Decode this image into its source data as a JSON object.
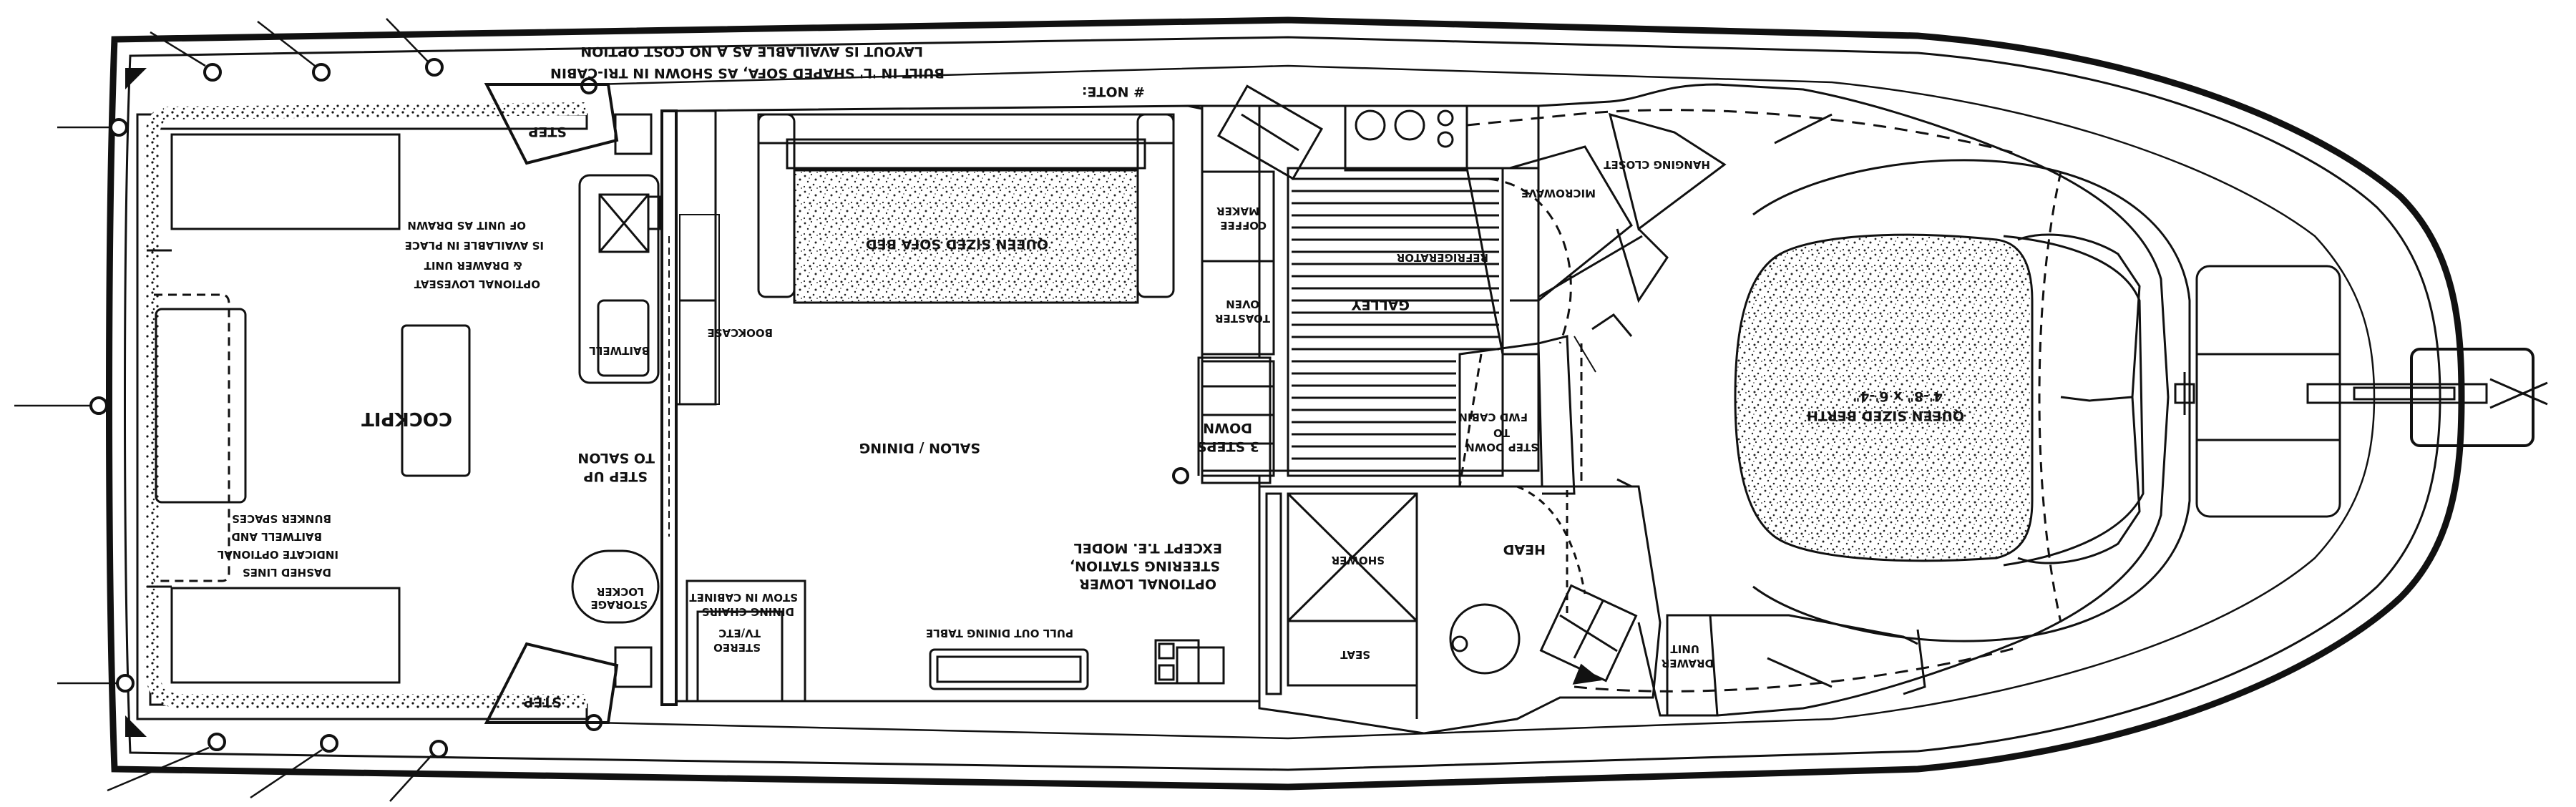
{
  "note": {
    "heading": "# NOTE:",
    "line1": "BUILT IN 'L' SHAPED SOFA, AS SHOWN IN TRI-CABIN",
    "line2": "LAYOUT IS AVAILABLE AS A NO COST OPTION"
  },
  "labels": {
    "step_top": "STEP",
    "step_bottom": "STEP",
    "optional_loveseat": [
      "OPTIONAL LOVESEAT",
      "& DRAWER UNIT",
      "IS AVAILABLE IN PLACE",
      "OF UNIT AS DRAWN"
    ],
    "baitwell": "BAITWELL",
    "cockpit": "COCKPIT",
    "step_up_to_salon": [
      "STEP UP",
      "TO SALON"
    ],
    "dashed_lines": [
      "DASHED LINES",
      "INDICATE OPTIONAL",
      "BAITWELL AND",
      "BUNKER SPACES"
    ],
    "storage_locker": [
      "STORAGE",
      "LOCKER"
    ],
    "bookcase": "BOOKCASE",
    "queen_sofa_bed": "QUEEN SIZED SOFA BED",
    "salon_dining": "SALON / DINING",
    "dining_chairs": [
      "DINING CHAIRS",
      "STOW IN CABINET"
    ],
    "stereo_tv": [
      "STEREO",
      "TV/ETC"
    ],
    "pull_out_table": "PULL OUT DINING TABLE",
    "optional_lower_station": [
      "OPTIONAL LOWER",
      "STEERING STATION,",
      "EXCEPT T.E. MODEL"
    ],
    "coffee_maker": [
      "COFFEE",
      "MAKER"
    ],
    "toaster_oven": [
      "TOASTER",
      "OVEN"
    ],
    "galley": "GALLEY",
    "refrigerator": "REFRIGERATOR",
    "microwave": "MICROWAVE",
    "hanging_closet": "HANGING CLOSET",
    "three_steps_down": [
      "3 STEPS",
      "DOWN"
    ],
    "step_down_to_fwd_cabin": [
      "STEP DOWN",
      "TO",
      "FWD CABIN"
    ],
    "shower": "SHOWER",
    "seat": "SEAT",
    "head": "HEAD",
    "drawer_unit": [
      "DRAWER",
      "UNIT"
    ],
    "queen_berth": [
      "QUEEN SIZED BERTH",
      "4'-8\" x 6'-4\""
    ]
  }
}
